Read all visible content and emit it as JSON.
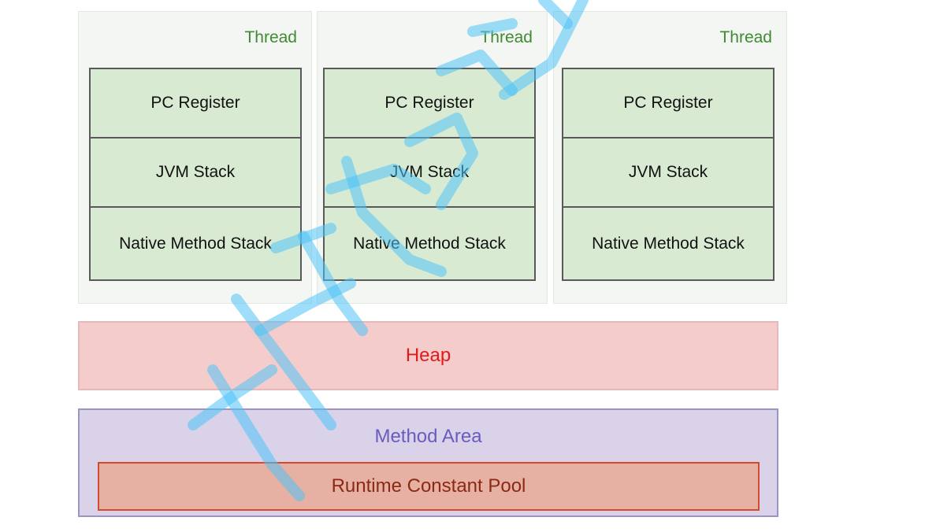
{
  "threads": [
    {
      "label": "Thread",
      "blocks": [
        "PC Register",
        "JVM Stack",
        "Native Method Stack"
      ]
    },
    {
      "label": "Thread",
      "blocks": [
        "PC Register",
        "JVM Stack",
        "Native Method Stack"
      ]
    },
    {
      "label": "Thread",
      "blocks": [
        "PC Register",
        "JVM Stack",
        "Native Method Stack"
      ]
    }
  ],
  "heap": {
    "label": "Heap"
  },
  "method_area": {
    "label": "Method Area",
    "runtime_constant_pool": "Runtime Constant Pool"
  },
  "colors": {
    "thread_label": "#3f8a33",
    "thread_block_fill": "#d9ead3",
    "heap_fill": "#f4cccc",
    "heap_text": "#e01b1b",
    "method_area_fill": "#d9d2e9",
    "method_area_text": "#6a5bbf",
    "runtime_pool_fill": "#e6b0a2",
    "runtime_pool_border": "#d54a2e",
    "watermark": "#4fc3f7"
  }
}
